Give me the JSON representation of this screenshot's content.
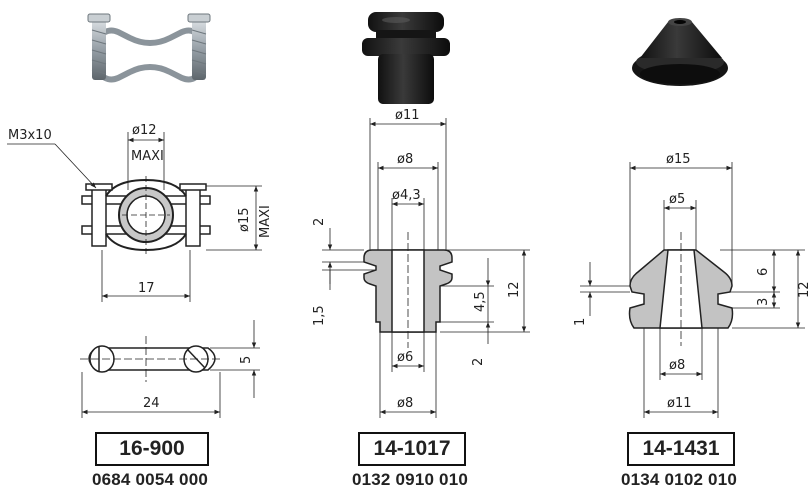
{
  "products": [
    {
      "code": "16-900",
      "part_number": "0684 0054 000",
      "dims": {
        "screw": "M3x10",
        "diameter_top": "ø12",
        "maxi_top": "MAXI",
        "diameter_side": "ø15",
        "maxi_side": "MAXI",
        "width": "17",
        "bottom_length": "24",
        "bottom_height": "5"
      }
    },
    {
      "code": "14-1017",
      "part_number": "0132 0910 010",
      "dims": {
        "d_top": "ø11",
        "d_mid": "ø8",
        "d_inner": "ø4,3",
        "groove": "2",
        "flange": "1,5",
        "inner_h": "4,5",
        "height": "12",
        "bottom": "2",
        "d_bottom_inner": "ø6",
        "d_bottom": "ø8"
      }
    },
    {
      "code": "14-1431",
      "part_number": "0134 0102 010",
      "dims": {
        "d_top": "ø15",
        "d_hole": "ø5",
        "h_upper": "6",
        "h_lower": "3",
        "height": "12",
        "lip": "1",
        "d_mid": "ø8",
        "d_bottom": "ø11"
      }
    }
  ]
}
